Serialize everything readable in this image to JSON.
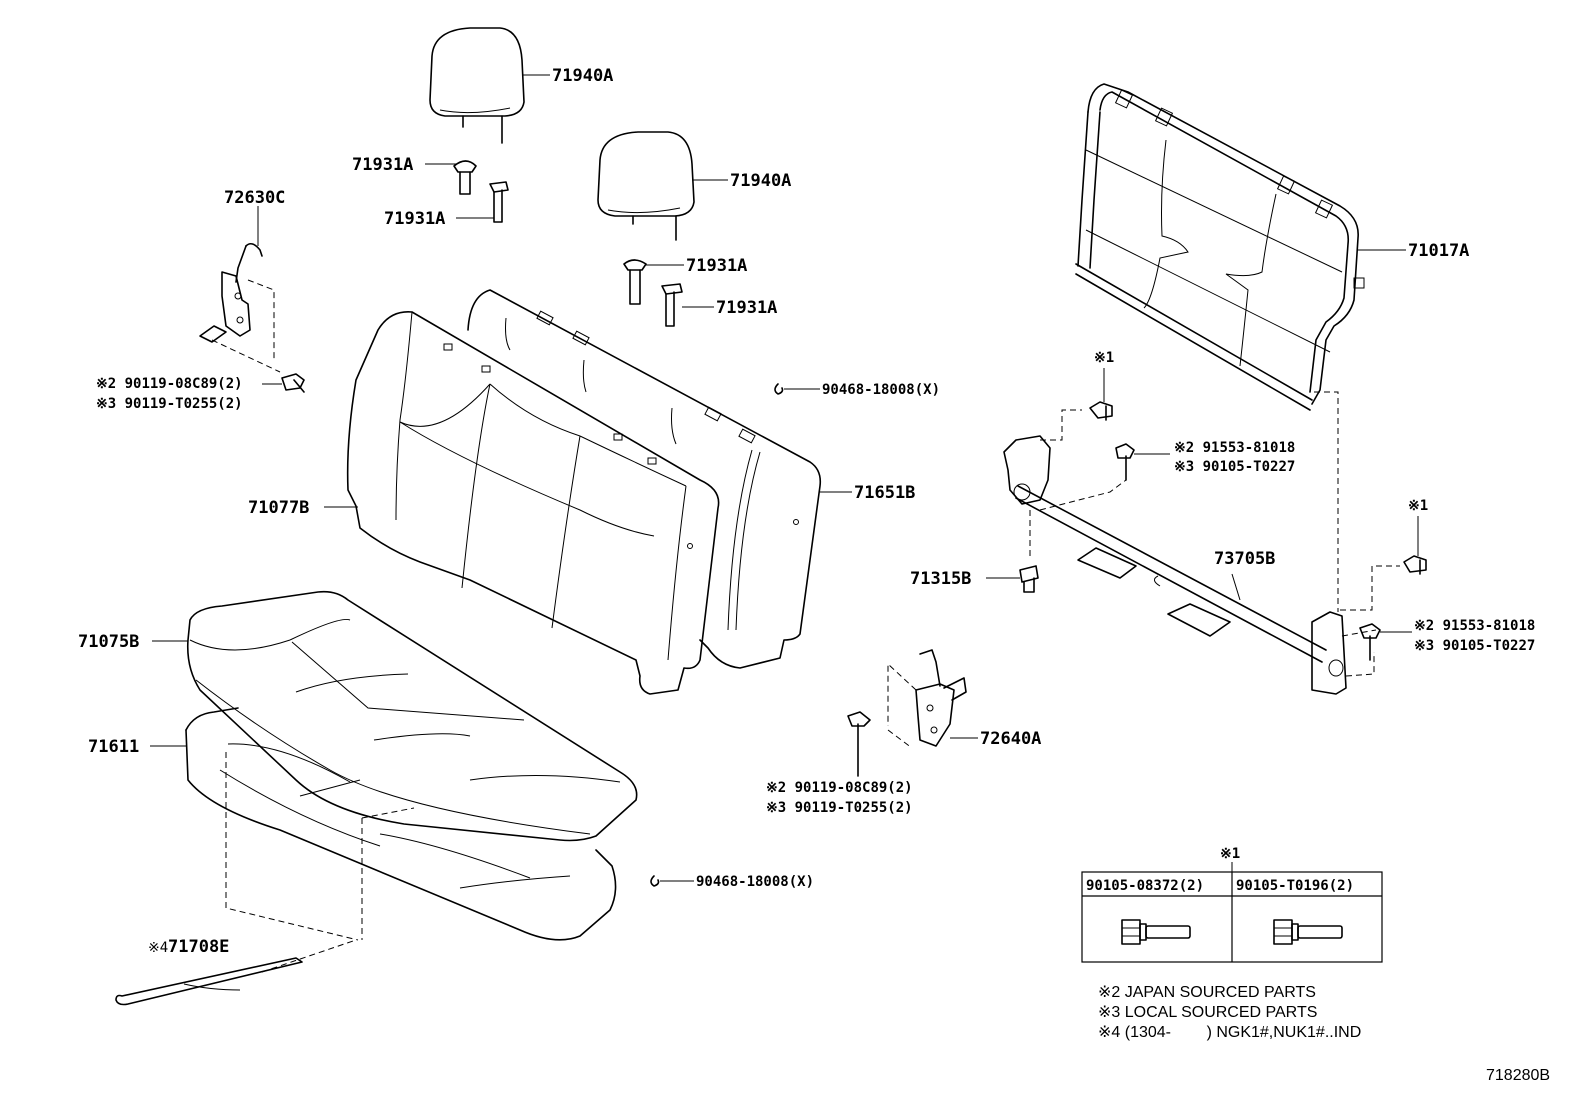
{
  "diagram_id": "718280B",
  "parts": {
    "headrest_upper": "71940A",
    "headrest_lower": "71940A",
    "support_1": "71931A",
    "support_2": "71931A",
    "support_3": "71931A",
    "support_4": "71931A",
    "hinge_left": "72630C",
    "back_cover": "71077B",
    "back_assy": "71651B",
    "cushion_cover": "71075B",
    "cushion_pad": "71611",
    "wire_part": "71708E",
    "wire_prefix": "※4",
    "frame": "71017A",
    "rod": "73705B",
    "bushing": "71315B",
    "hinge_right": "72640A",
    "hog_ring_upper": "90468-18008(X)",
    "hog_ring_lower": "90468-18008(X)"
  },
  "bolts": {
    "left_a": "※2 90119-08C89(2)",
    "left_b": "※3 90119-T0255(2)",
    "center_a": "※2 90119-08C89(2)",
    "center_b": "※3 90119-T0255(2)",
    "frame_a": "※2 91553-81018",
    "frame_b": "※3 90105-T0227",
    "right_a": "※2 91553-81018",
    "right_b": "※3 90105-T0227",
    "mark1_upper": "※1",
    "mark1_right": "※1"
  },
  "table": {
    "mark": "※1",
    "col1": "90105-08372(2)",
    "col2": "90105-T0196(2)"
  },
  "notes": [
    "※2 JAPAN SOURCED PARTS",
    "※3 LOCAL SOURCED PARTS",
    "※4 (1304-        ) NGK1#,NUK1#..IND"
  ]
}
